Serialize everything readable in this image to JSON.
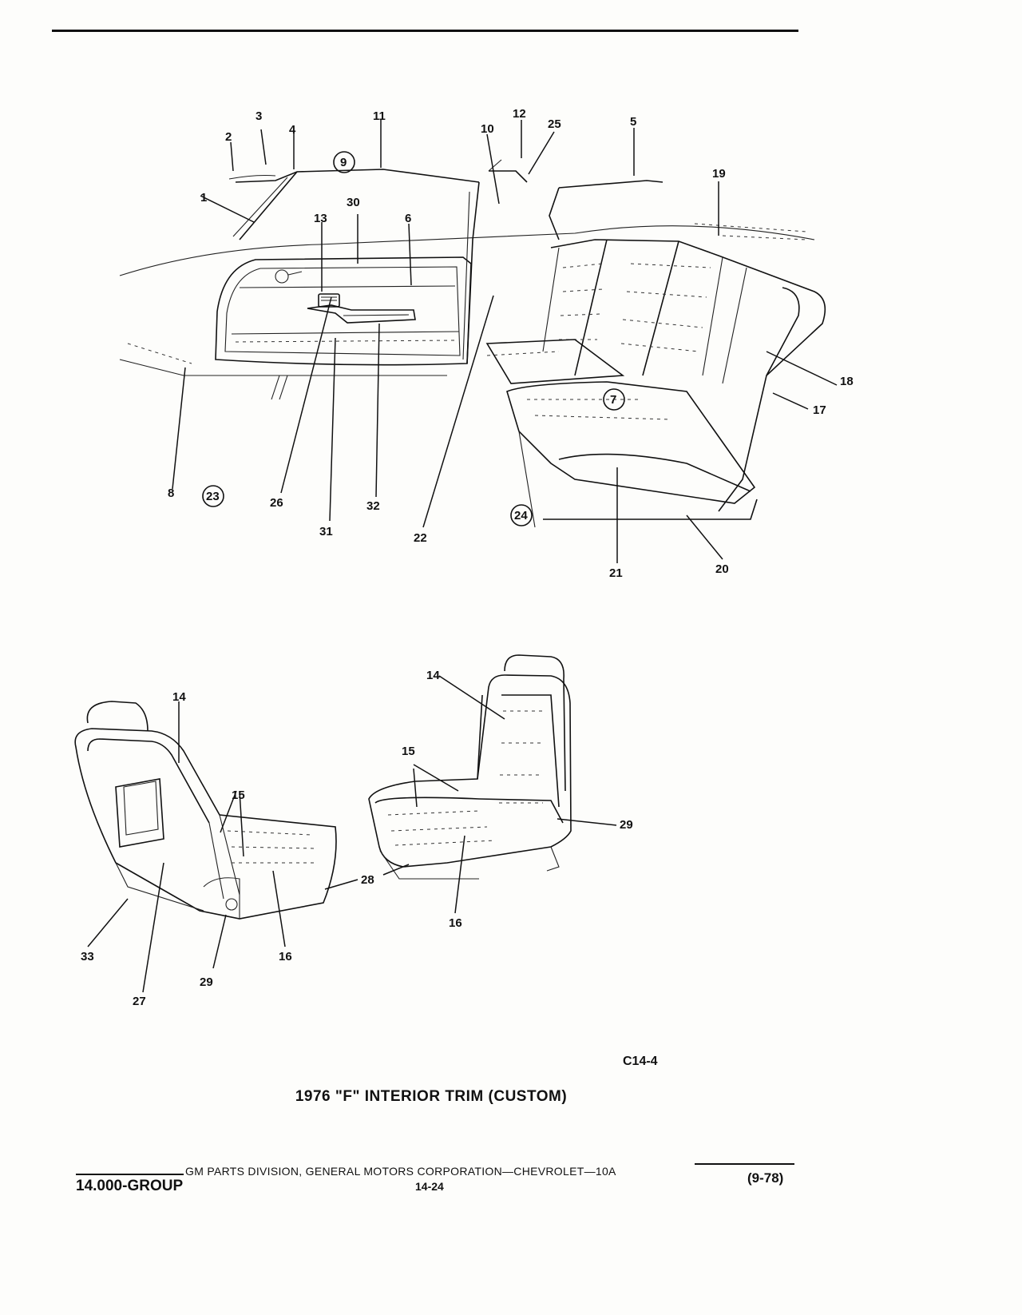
{
  "figure": {
    "code": "C14-4",
    "title": "1976 \"F\" INTERIOR TRIM (CUSTOM)"
  },
  "callouts": {
    "c1": "1",
    "c2": "2",
    "c3": "3",
    "c4": "4",
    "c5": "5",
    "c6": "6",
    "c7": "7",
    "c8": "8",
    "c9": "9",
    "c10": "10",
    "c11": "11",
    "c12": "12",
    "c13": "13",
    "c14a": "14",
    "c14b": "14",
    "c15a": "15",
    "c15b": "15",
    "c16a": "16",
    "c16b": "16",
    "c17": "17",
    "c18": "18",
    "c19": "19",
    "c20": "20",
    "c21": "21",
    "c22": "22",
    "c23": "23",
    "c24": "24",
    "c25": "25",
    "c26": "26",
    "c27": "27",
    "c28": "28",
    "c29a": "29",
    "c29b": "29",
    "c30": "30",
    "c31": "31",
    "c32": "32",
    "c33": "33"
  },
  "footer": {
    "manufacturer": "GM PARTS DIVISION, GENERAL MOTORS CORPORATION—CHEVROLET—10A",
    "group": "14.000-GROUP",
    "page": "14-24",
    "revision": "(9-78)"
  }
}
